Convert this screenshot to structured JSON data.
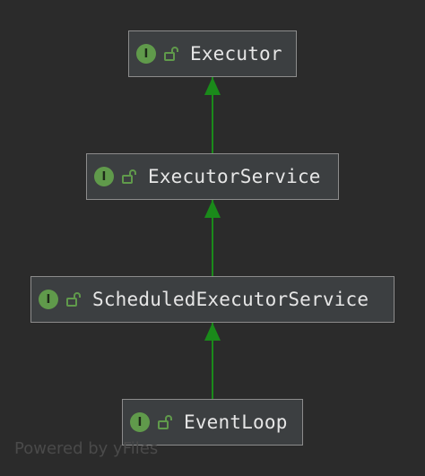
{
  "colors": {
    "background": "#2b2b2b",
    "node_fill": "#3c3f41",
    "node_border": "#8c8c8c",
    "edge": "#1a8a1a",
    "badge": "#609a4b"
  },
  "nodes": [
    {
      "id": "executor",
      "label": "Executor",
      "badge": "I",
      "icon": "unlocked-icon"
    },
    {
      "id": "executor-service",
      "label": "ExecutorService",
      "badge": "I",
      "icon": "unlocked-icon"
    },
    {
      "id": "scheduled-executor-service",
      "label": "ScheduledExecutorService",
      "badge": "I",
      "icon": "unlocked-icon"
    },
    {
      "id": "event-loop",
      "label": "EventLoop",
      "badge": "I",
      "icon": "unlocked-icon"
    }
  ],
  "edges": [
    {
      "from": "executor-service",
      "to": "executor",
      "type": "extends"
    },
    {
      "from": "scheduled-executor-service",
      "to": "executor-service",
      "type": "extends"
    },
    {
      "from": "event-loop",
      "to": "scheduled-executor-service",
      "type": "extends"
    }
  ],
  "watermark": "Powered by yFiles"
}
